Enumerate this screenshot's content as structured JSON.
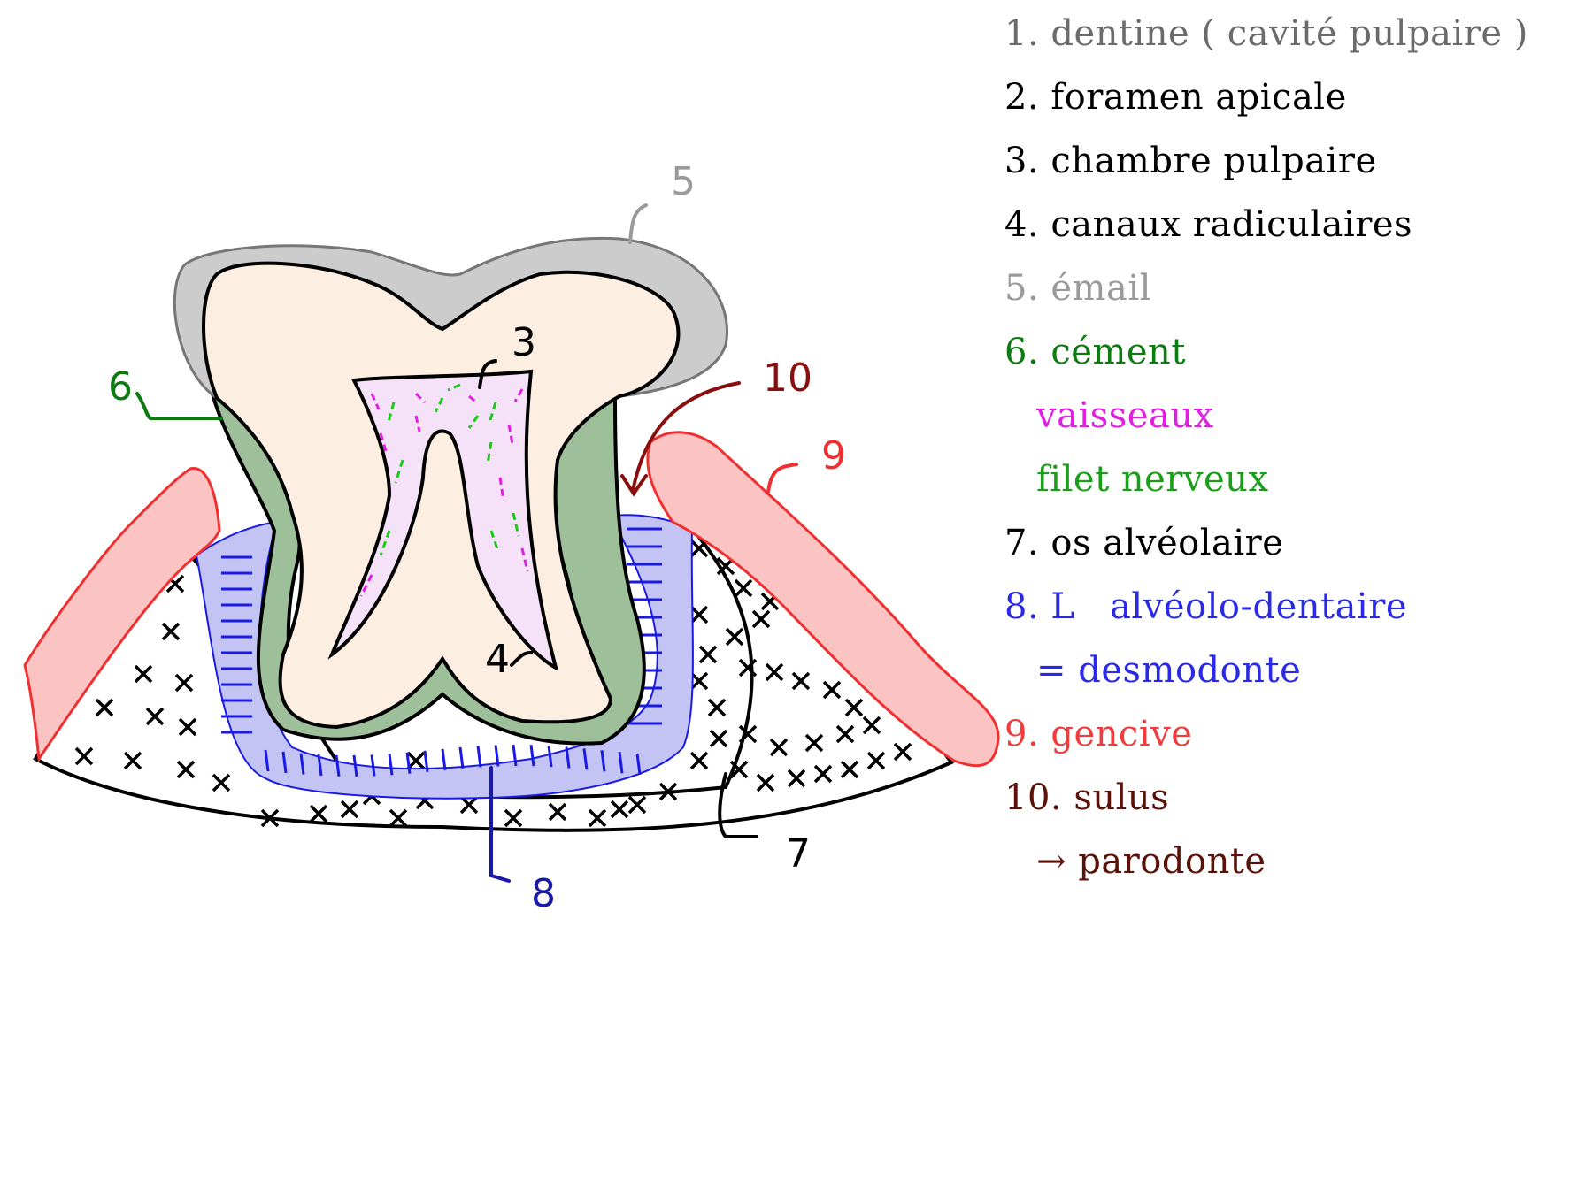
{
  "legend": [
    {
      "text": "1. dentine ( cavité pulpaire )",
      "color": "#6b6b6b",
      "indent": false
    },
    {
      "text": "2. foramen apicale",
      "color": "#000000",
      "indent": false
    },
    {
      "text": "3. chambre pulpaire",
      "color": "#000000",
      "indent": false
    },
    {
      "text": "4. canaux radiculaires",
      "color": "#000000",
      "indent": false
    },
    {
      "text": "5. émail",
      "color": "#9a9a9a",
      "indent": false
    },
    {
      "text": "6. cément",
      "color": "#0e7a12",
      "indent": false
    },
    {
      "text": "vaisseaux",
      "color": "#e020e0",
      "indent": true
    },
    {
      "text": "filet nerveux",
      "color": "#1a9e1a",
      "indent": true
    },
    {
      "text": "7. os alvéolaire",
      "color": "#000000",
      "indent": false
    },
    {
      "text": "8. L   alvéolo-dentaire",
      "color": "#2a2ae6",
      "indent": false
    },
    {
      "text": "= desmodonte",
      "color": "#2a2ae6",
      "indent": true
    },
    {
      "text": "9. gencive",
      "color": "#f03c3c",
      "indent": false
    },
    {
      "text": "10. sulus",
      "color": "#5a1208",
      "indent": false
    },
    {
      "text": "→ parodonte",
      "color": "#5a1208",
      "indent": true
    }
  ],
  "figure_labels": {
    "n3": "3",
    "n4": "4",
    "n5": "5",
    "n6": "6",
    "n7": "7",
    "n8": "8",
    "n9": "9",
    "n10": "10"
  },
  "colors": {
    "enamel": "#cccccc",
    "dentin": "#fdeee2",
    "cementum": "#9dbf9a",
    "ligament": "#c3c3f4",
    "pulp": "#f5e2f8",
    "gum": "#fcc3c3",
    "gum_line": "#f03030",
    "vessels": "#e020e0",
    "nerves": "#1acb1a",
    "ligament_line": "#1a1ae6"
  }
}
